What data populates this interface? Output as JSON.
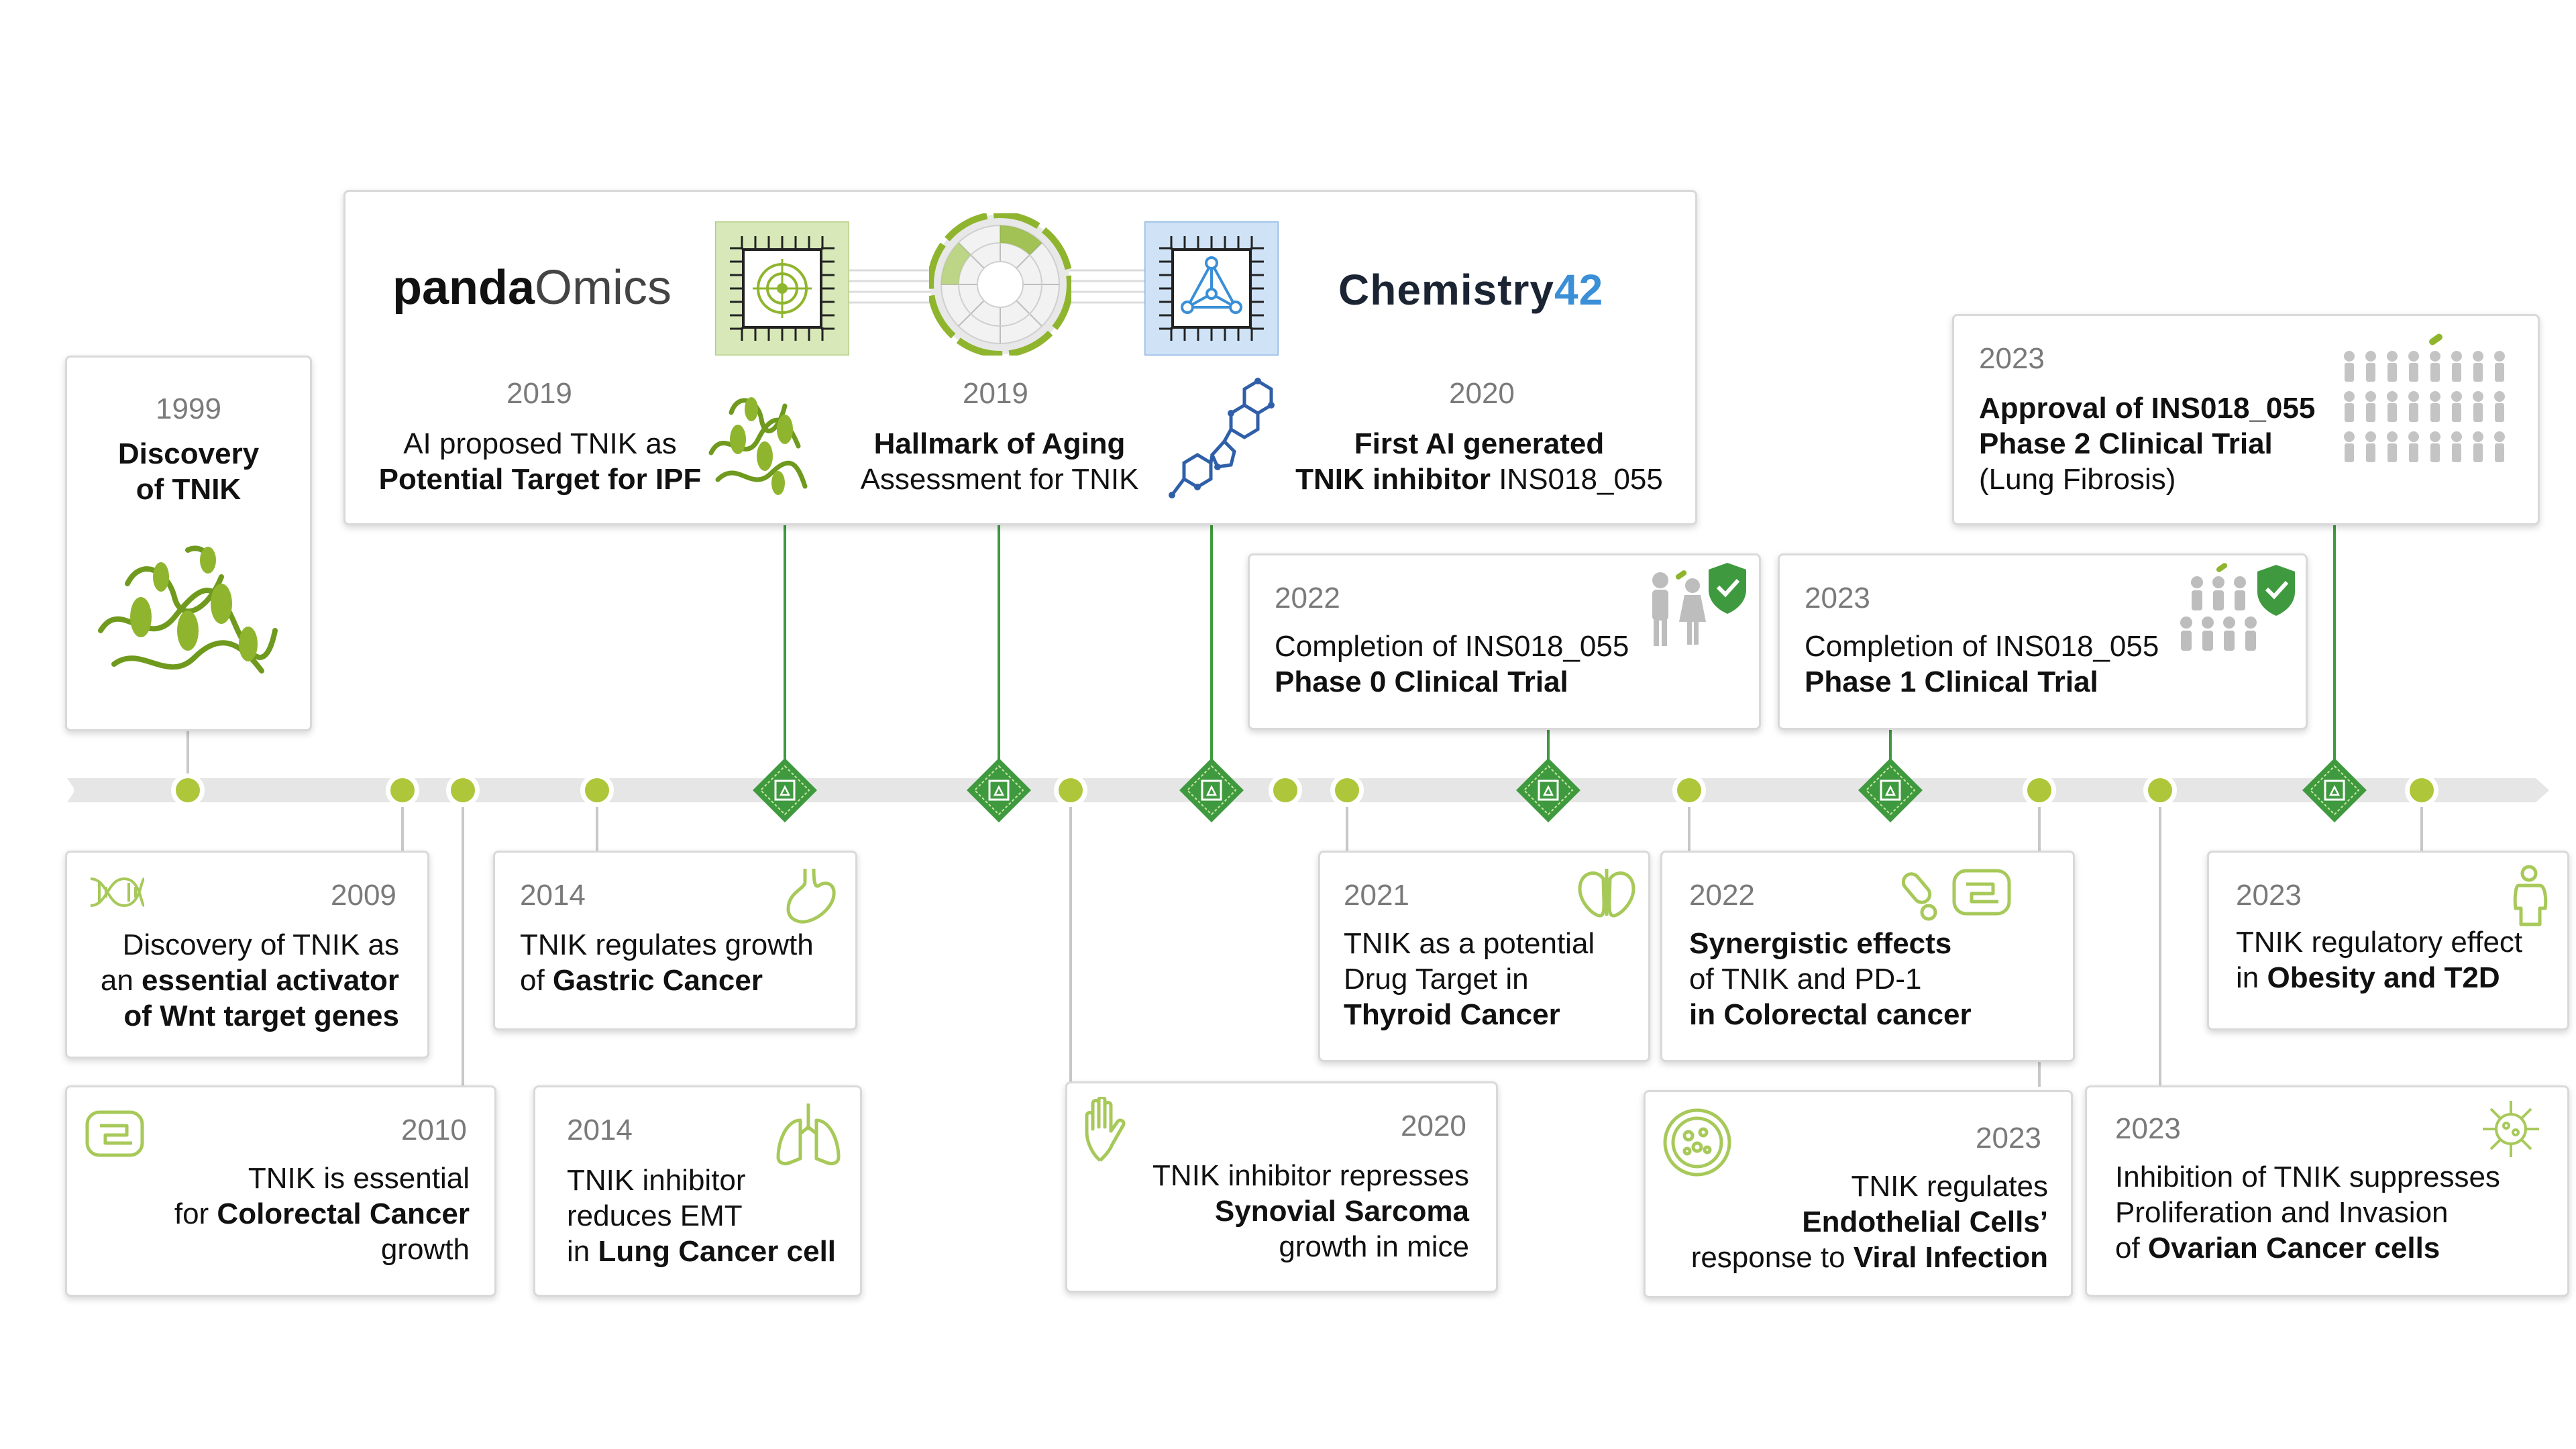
{
  "top_panel": {
    "pandaomics_logo": {
      "part1": "panda",
      "part2": "Omics"
    },
    "chemistry42_logo": {
      "part1": "Chemistry",
      "part2": "42"
    },
    "events": [
      {
        "year": "2019",
        "line1": "AI proposed TNIK as",
        "line2": "Potential Target for IPF"
      },
      {
        "year": "2019",
        "line1": "Hallmark of Aging",
        "line2": "Assessment for TNIK"
      },
      {
        "year": "2020",
        "line1": "First AI generated",
        "line2_bold": "TNIK inhibitor",
        "line2_rest": " INS018_055"
      }
    ]
  },
  "events_above": [
    {
      "year": "1999",
      "line1": "Discovery",
      "line2": "of TNIK"
    },
    {
      "year": "2022",
      "line1": "Completion of INS018_055",
      "line2": "Phase 0 Clinical Trial"
    },
    {
      "year": "2023",
      "line1": "Completion of INS018_055",
      "line2": "Phase 1 Clinical Trial"
    },
    {
      "year": "2023",
      "line1": "Approval of INS018_055",
      "line2": "Phase 2 Clinical Trial",
      "line3": "(Lung Fibrosis)"
    }
  ],
  "events_below": [
    {
      "year": "2009",
      "l1": "Discovery of TNIK as",
      "l2a": "an ",
      "l2b": "essential activator",
      "l3": "of Wnt target genes"
    },
    {
      "year": "2010",
      "l1": "TNIK is essential",
      "l2a": "for ",
      "l2b": "Colorectal Cancer",
      "l3": "growth"
    },
    {
      "year": "2014",
      "l1": "TNIK regulates growth",
      "l2a": "of ",
      "l2b": "Gastric Cancer"
    },
    {
      "year": "2014",
      "l1": "TNIK inhibitor",
      "l2": "reduces EMT",
      "l3a": "in ",
      "l3b": "Lung Cancer cell"
    },
    {
      "year": "2020",
      "l1": "TNIK inhibitor represses",
      "l2": "Synovial Sarcoma",
      "l3": "growth in mice"
    },
    {
      "year": "2021",
      "l1": "TNIK as a potential",
      "l2": "Drug Target in",
      "l3": "Thyroid Cancer"
    },
    {
      "year": "2022",
      "l1": "Synergistic effects",
      "l2": "of TNIK and PD-1",
      "l3": "in Colorectal cancer"
    },
    {
      "year": "2023",
      "l1": "TNIK regulates",
      "l2": "Endothelial Cells’",
      "l3a": "response to ",
      "l3b": "Viral Infection"
    },
    {
      "year": "2023",
      "l1": "TNIK regulatory effect",
      "l2a": "in ",
      "l2b": "Obesity and T2D"
    },
    {
      "year": "2023",
      "l1": "Inhibition of TNIK suppresses",
      "l2": "Proliferation and Invasion",
      "l3a": "of ",
      "l3b": "Ovarian Cancer cells"
    }
  ],
  "colors": {
    "accent_green": "#8fb52e",
    "dark_green": "#3f9a3f",
    "dot_green": "#aec63a",
    "timeline_gray": "#e4e4e4",
    "chem_blue": "#3a8fd6"
  }
}
